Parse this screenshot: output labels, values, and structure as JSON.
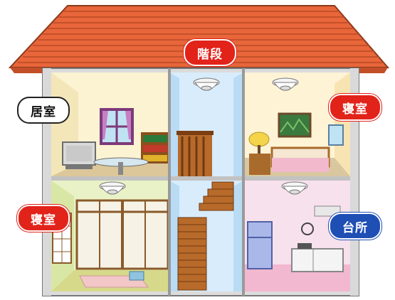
{
  "labels": {
    "stairs": "階段",
    "living_room": "居室",
    "bedroom_upper": "寝室",
    "bedroom_lower": "寝室",
    "kitchen": "台所"
  },
  "rooms": [
    {
      "id": "living",
      "detector": false
    },
    {
      "id": "stairs-upper",
      "detector": true
    },
    {
      "id": "bedroom-upper",
      "detector": true
    },
    {
      "id": "bedroom-lower",
      "detector": true
    },
    {
      "id": "stairs-lower",
      "detector": false
    },
    {
      "id": "kitchen",
      "detector": true
    }
  ],
  "colors": {
    "roof": "#e8663a",
    "roof_lines": "#b94a25",
    "wall_outer": "#dddddd",
    "frame": "#7a7a7a",
    "living_wall": "#fbf3d2",
    "living_floor": "#dcc79a",
    "stairs_wall": "#d8ecfb",
    "bedroom_wall": "#fff3d6",
    "japanese_wall": "#e9f2c6",
    "tatami": "#d6d98a",
    "kitchen_wall": "#f7e1ec",
    "kitchen_floor": "#f1b8cf",
    "wood": "#b86a2a",
    "label_red": "#e2231a",
    "label_blue": "#1f4fb5"
  }
}
